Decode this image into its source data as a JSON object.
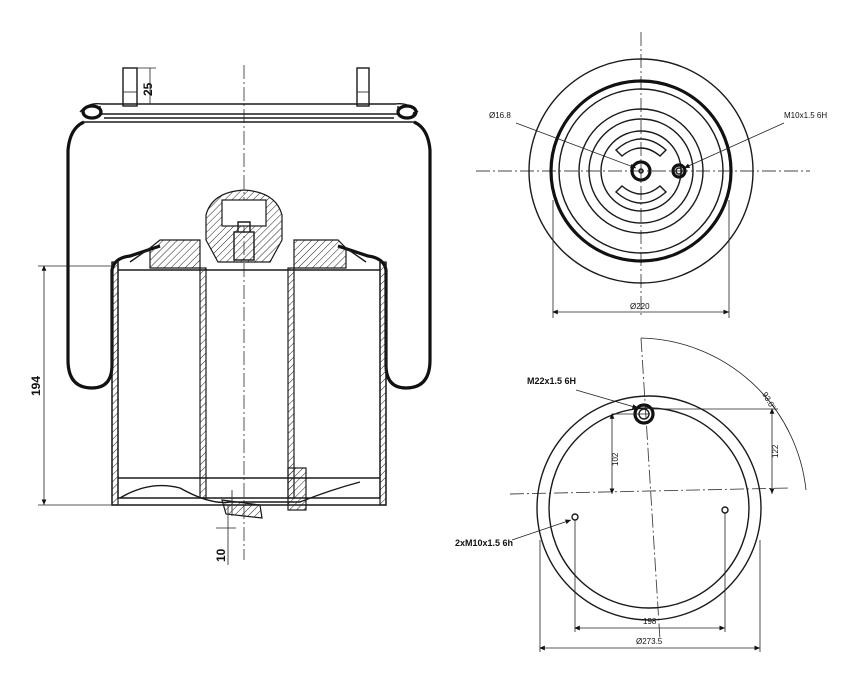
{
  "side_view": {
    "dim_height": "194",
    "dim_stud": "25",
    "dim_bottom": "10"
  },
  "top_view": {
    "label_hole": "Ø16.8",
    "label_thread": "M10x1.5 6H",
    "dim_diameter": "Ø220"
  },
  "bottom_view": {
    "label_thread_main": "M22x1.5 6H",
    "label_threads": "2xM10x1.5 6h",
    "dim_angle": "93.0°",
    "dim_102": "102",
    "dim_122": "122",
    "dim_198": "198",
    "dim_diameter": "Ø273.5"
  }
}
